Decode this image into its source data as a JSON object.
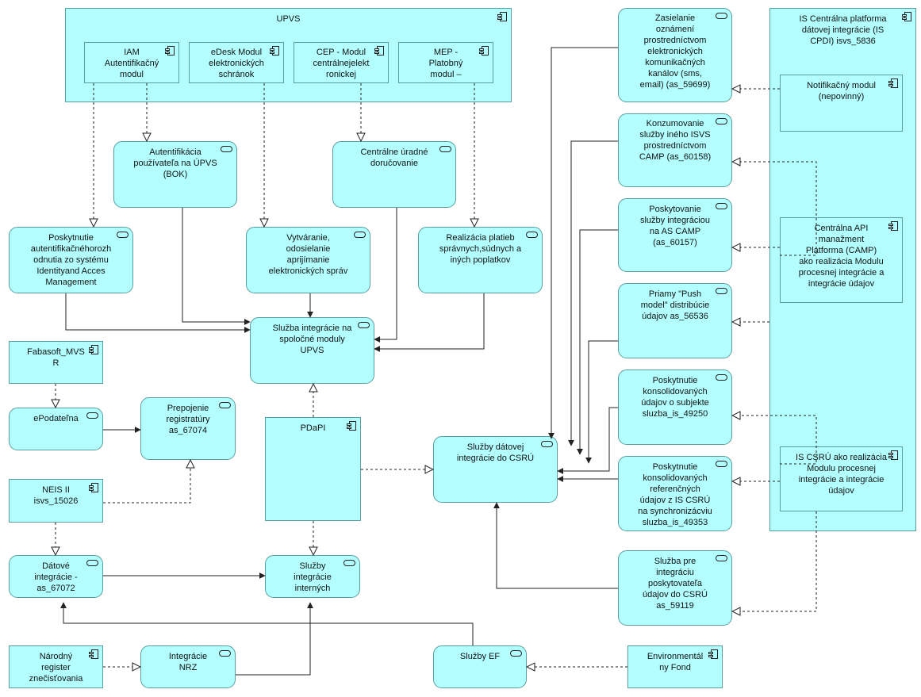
{
  "diagram": {
    "elements": [
      {
        "id": "upvs",
        "kind": "component",
        "label": "UPVS",
        "icon": "component-icon"
      },
      {
        "id": "iam",
        "kind": "component",
        "label": "IAM\nAutentifikačný\nmodul",
        "icon": "component-icon"
      },
      {
        "id": "edesk",
        "kind": "component",
        "label": "eDesk Modul\nelektronických\nschránok",
        "icon": "component-icon"
      },
      {
        "id": "cep",
        "kind": "component",
        "label": "CEP  - Modul\ncentrálnejelekt\nronickej",
        "icon": "component-icon"
      },
      {
        "id": "mep",
        "kind": "component",
        "label": "MEP -\nPlatobný\nmodul –",
        "icon": "component-icon"
      },
      {
        "id": "autentifikacia",
        "kind": "service",
        "label": "Autentifikácia\npoužívateľa na ÚPVS\n(BOK)",
        "icon": "service-icon"
      },
      {
        "id": "centralne-doruc",
        "kind": "service",
        "label": "Centrálne úradné\ndoručovanie",
        "icon": "service-icon"
      },
      {
        "id": "poskytnutie-aut",
        "kind": "service",
        "label": "Poskytnutie\nautentifikačnéhorozh\nodnutia zo systému\nIdentityand Acces\nManagement",
        "icon": "service-icon"
      },
      {
        "id": "vytvaranie",
        "kind": "service",
        "label": "Vytváranie,\nodosielanie\naprijímanie\nelektronických správ",
        "icon": "service-icon"
      },
      {
        "id": "realizacia",
        "kind": "service",
        "label": "Realizácia platieb\nsprávnych,súdnych a\niných poplatkov",
        "icon": "service-icon"
      },
      {
        "id": "sluzba-integracie",
        "kind": "service",
        "label": "Služba integrácie na\nspoločné moduly\nUPVS",
        "icon": "service-icon"
      },
      {
        "id": "fabasoft",
        "kind": "component",
        "label": "Fabasoft_MVS\nR",
        "icon": "component-icon"
      },
      {
        "id": "epodatelna",
        "kind": "service",
        "label": "ePodateľna",
        "icon": "service-icon"
      },
      {
        "id": "prepojenie",
        "kind": "service",
        "label": "Prepojenie\nregistratúry\nas_67074",
        "icon": "service-icon"
      },
      {
        "id": "neis",
        "kind": "component",
        "label": "NEIS II\nisvs_15026",
        "icon": "component-icon"
      },
      {
        "id": "pdapi",
        "kind": "component",
        "label": "PDaPI",
        "icon": "component-icon"
      },
      {
        "id": "datove-integr",
        "kind": "service",
        "label": "Dátové\nintegrácie -\nas_67072",
        "icon": "service-icon"
      },
      {
        "id": "sluzby-interne",
        "kind": "service",
        "label": "Služby\nintegrácie\ninterných",
        "icon": "service-icon"
      },
      {
        "id": "narodny",
        "kind": "component",
        "label": "Národný\nregister\nznečisťovania",
        "icon": "component-icon"
      },
      {
        "id": "integracie-nrz",
        "kind": "service",
        "label": "Integrácie\nNRZ",
        "icon": "service-icon"
      },
      {
        "id": "sluzby-ef",
        "kind": "service",
        "label": "Služby EF",
        "icon": "service-icon"
      },
      {
        "id": "environmental",
        "kind": "component",
        "label": "Environmentál\nny Fond",
        "icon": "component-icon"
      },
      {
        "id": "sluzby-datovej",
        "kind": "service",
        "label": "Služby dátovej\nintegrácie do CSRÚ",
        "icon": "service-icon"
      },
      {
        "id": "zasielanie",
        "kind": "service",
        "label": "Zasielanie\noznámení\nprostredníctvom\nelektronických\nkomunikačných\nkanálov (sms,\nemail) (as_59699)",
        "icon": "service-icon"
      },
      {
        "id": "konzumovanie",
        "kind": "service",
        "label": "Konzumovanie\nslužby iného ISVS\nprostredníctvom\nCAMP (as_60158)",
        "icon": "service-icon"
      },
      {
        "id": "poskytovanie",
        "kind": "service",
        "label": "Poskytovanie\nslužby integráciou\nna AS CAMP\n(as_60157)",
        "icon": "service-icon"
      },
      {
        "id": "priamy",
        "kind": "service",
        "label": "Priamy \"Push\nmodel\" distribúcie\núdajov   as_56536",
        "icon": "service-icon"
      },
      {
        "id": "konsolidovane-subjekt",
        "kind": "service",
        "label": "Poskytnutie\nkonsolidovaných\núdajov o subjekte\nsluzba_is_49250",
        "icon": "service-icon"
      },
      {
        "id": "konsolidovane-ref",
        "kind": "service",
        "label": "Poskytnutie\nkonsolidovaných\nreferenčných\núdajov z IS CSRÚ\nna synchronizácviu\nsluzba_is_49353",
        "icon": "service-icon"
      },
      {
        "id": "sluzba-pre",
        "kind": "service",
        "label": "Služba pre\nintegráciu\nposkytovateľa\núdajov do CSRÚ\nas_59119",
        "icon": "service-icon"
      },
      {
        "id": "is-centralna",
        "kind": "component",
        "label": "IS Centrálna platforma\ndátovej integrácie (IS\nCPDI) isvs_5836",
        "icon": "component-icon"
      },
      {
        "id": "notifikacny",
        "kind": "component",
        "label": "Notifikačný modul\n(nepovinný)",
        "icon": "component-icon"
      },
      {
        "id": "camp",
        "kind": "component",
        "label": "Centrálna API\nmanažment\nPlatforma  (CAMP)\nako realizácia Modulu\nprocesnej integrácie a\nintegrácie údajov",
        "icon": "component-icon"
      },
      {
        "id": "is-csru",
        "kind": "component",
        "label": "IS CSRÚ ako realizácia\nModulu procesnej\nintegrácie a integrácie\núdajov",
        "icon": "component-icon"
      }
    ]
  }
}
